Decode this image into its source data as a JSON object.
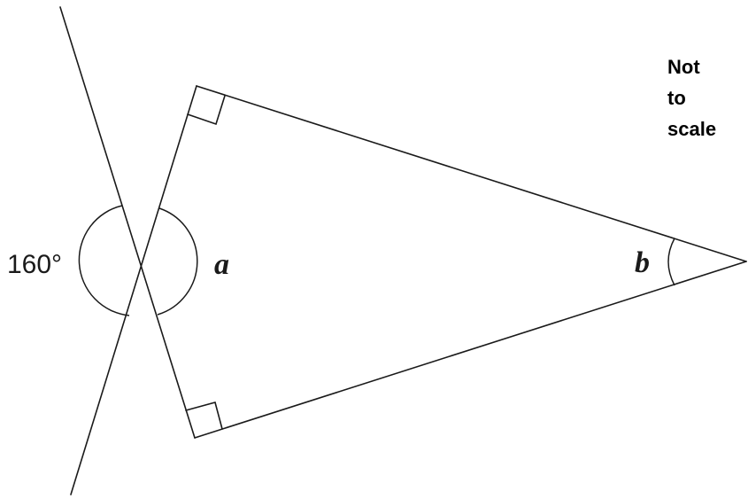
{
  "note": {
    "line1": "Not",
    "line2": "to",
    "line3": "scale"
  },
  "angles": {
    "given": "160°",
    "a": "a",
    "b": "b"
  },
  "colors": {
    "ink": "#1a1a1a",
    "background": "#ffffff"
  }
}
